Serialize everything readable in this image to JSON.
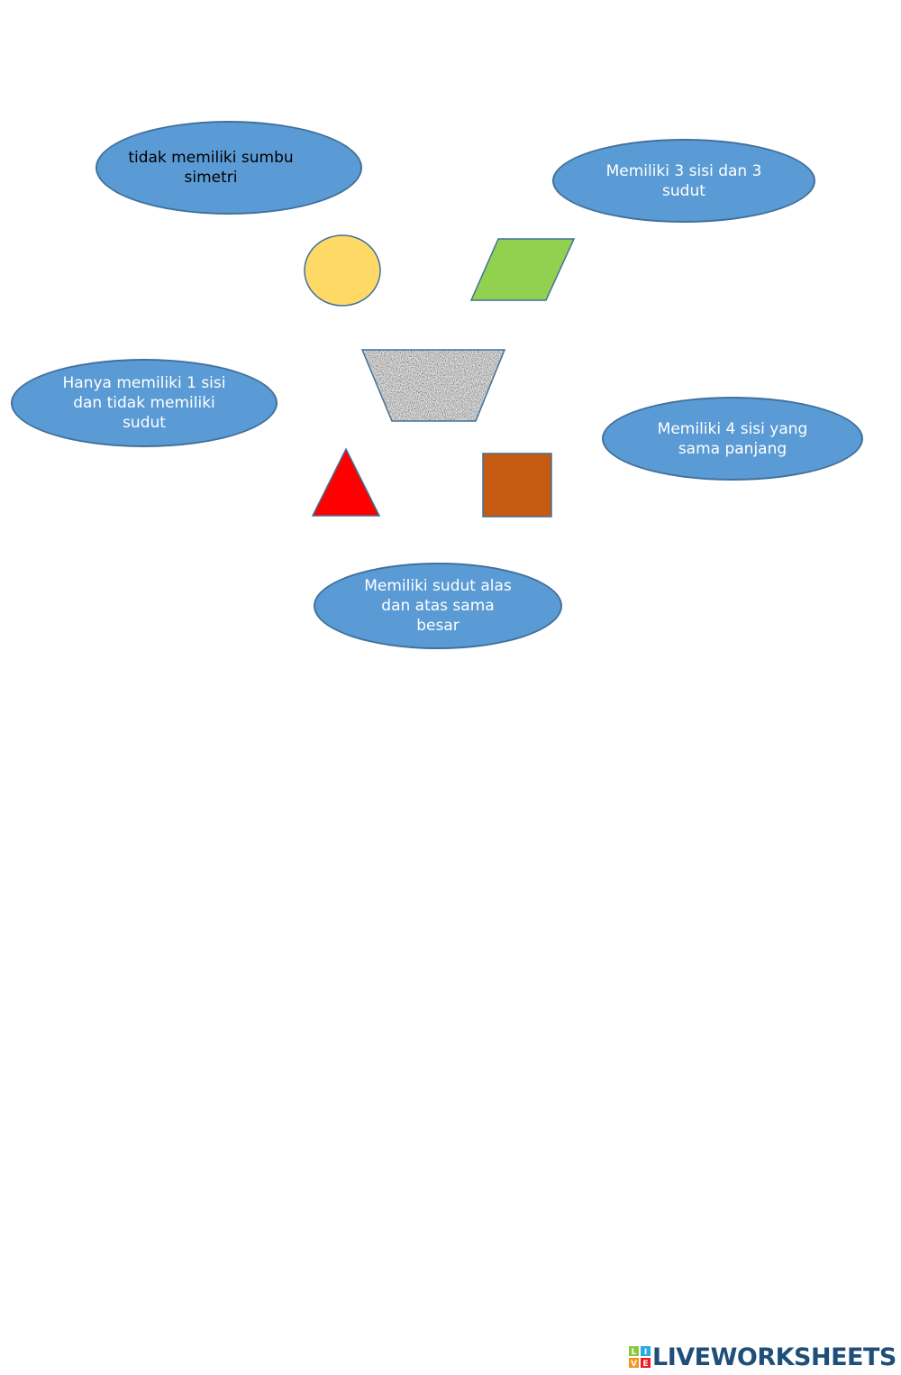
{
  "labels": {
    "no_symmetry": "tidak memiliki sumbu\nsimetri",
    "three_sides": "Memiliki 3 sisi dan 3\nsudut",
    "one_side": "Hanya memiliki 1 sisi\ndan tidak  memiliki\nsudut",
    "four_equal_sides": "Memiliki 4 sisi yang\nsama panjang",
    "equal_angles": "Memiliki sudut alas\ndan atas sama\nbesar"
  },
  "colors": {
    "bubble_fill": "#5b9bd5",
    "bubble_border": "#41719c",
    "circle_fill": "#ffd966",
    "parallelogram_fill": "#92d050",
    "triangle_fill": "#ff0000",
    "square_fill": "#c55a11",
    "text_dark": "#000000",
    "text_light": "#ffffff",
    "brand_text": "#1f4e79"
  },
  "brand": {
    "name": "LIVEWORKSHEETS",
    "icon_letters": [
      "L",
      "I",
      "V",
      "E"
    ]
  }
}
